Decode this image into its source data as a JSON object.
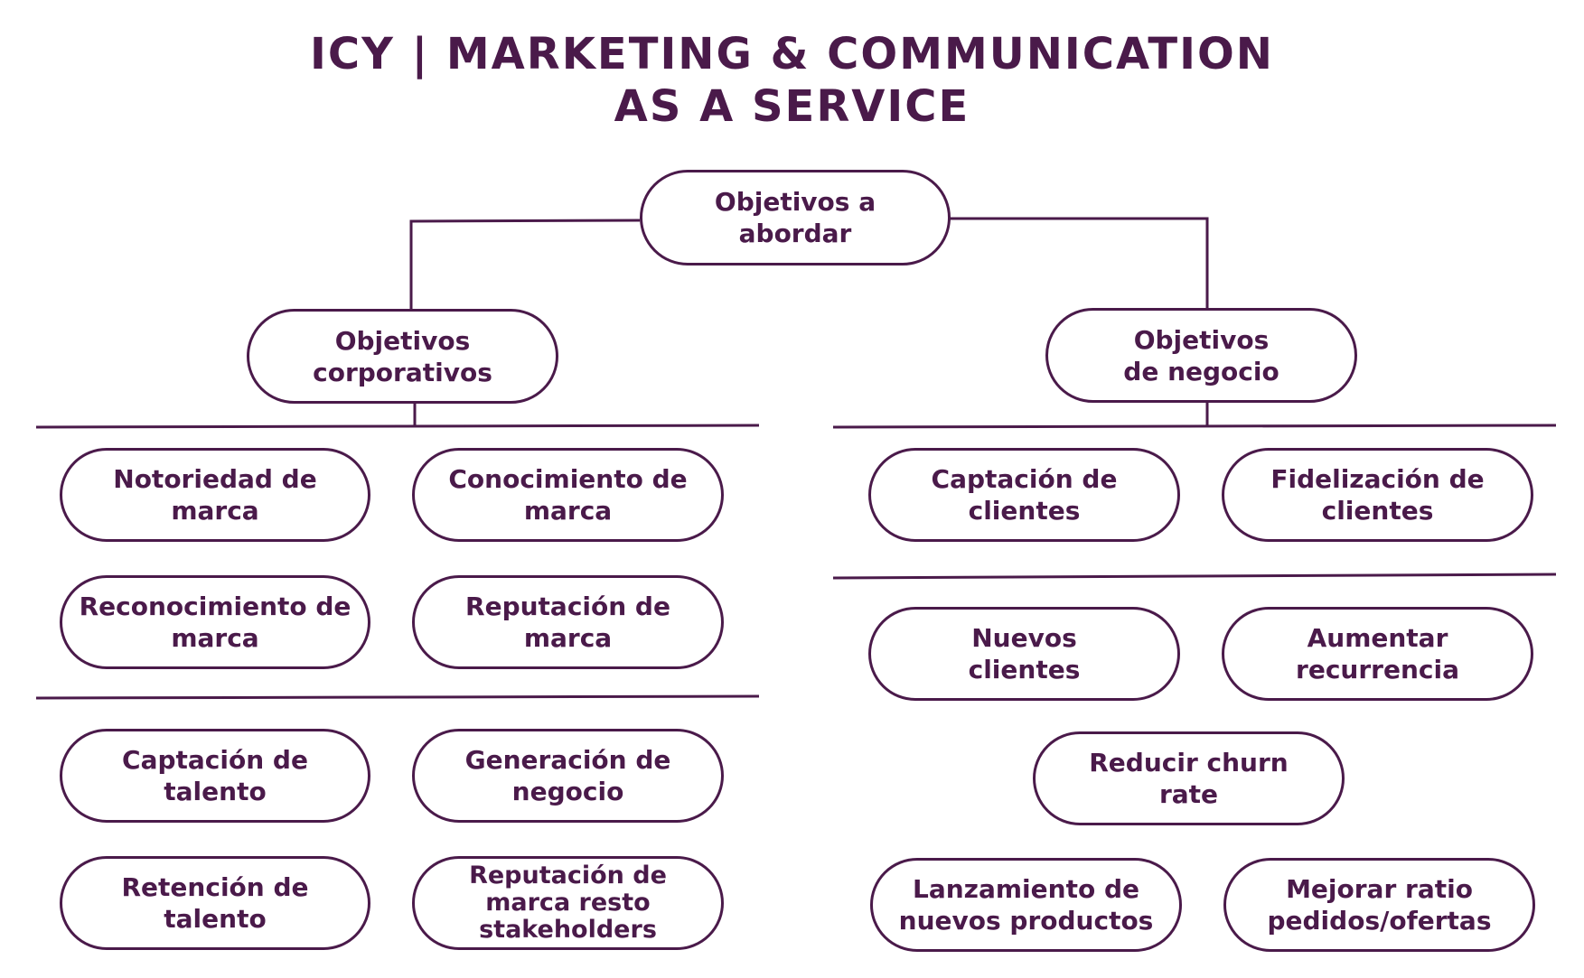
{
  "title": {
    "line1": "ICY | MARKETING & COMMUNICATION",
    "line2": "AS A SERVICE"
  },
  "root": {
    "line1": "Objetivos a",
    "line2": "abordar"
  },
  "corporativos": {
    "header": {
      "line1": "Objetivos",
      "line2": "corporativos"
    },
    "group1": [
      {
        "line1": "Notoriedad de",
        "line2": "marca"
      },
      {
        "line1": "Conocimiento de",
        "line2": "marca"
      },
      {
        "line1": "Reconocimiento de",
        "line2": "marca"
      },
      {
        "line1": "Reputación de",
        "line2": "marca"
      }
    ],
    "group2": [
      {
        "line1": "Captación de",
        "line2": "talento"
      },
      {
        "line1": "Generación de",
        "line2": "negocio"
      },
      {
        "line1": "Retención de",
        "line2": "talento"
      },
      {
        "line1": "Reputación de",
        "line2": "marca resto",
        "line3": "stakeholders"
      }
    ]
  },
  "negocio": {
    "header": {
      "line1": "Objetivos",
      "line2": "de negocio"
    },
    "group1": [
      {
        "line1": "Captación de",
        "line2": "clientes"
      },
      {
        "line1": "Fidelización de",
        "line2": "clientes"
      }
    ],
    "group2": [
      {
        "line1": "Nuevos",
        "line2": "clientes"
      },
      {
        "line1": "Aumentar",
        "line2": "recurrencia"
      },
      {
        "line1": "Reducir churn",
        "line2": "rate"
      },
      {
        "line1": "Lanzamiento de",
        "line2": "nuevos productos"
      },
      {
        "line1": "Mejorar ratio",
        "line2": "pedidos/ofertas"
      }
    ]
  },
  "colors": {
    "primary": "#4a1a4a",
    "background": "#ffffff"
  }
}
